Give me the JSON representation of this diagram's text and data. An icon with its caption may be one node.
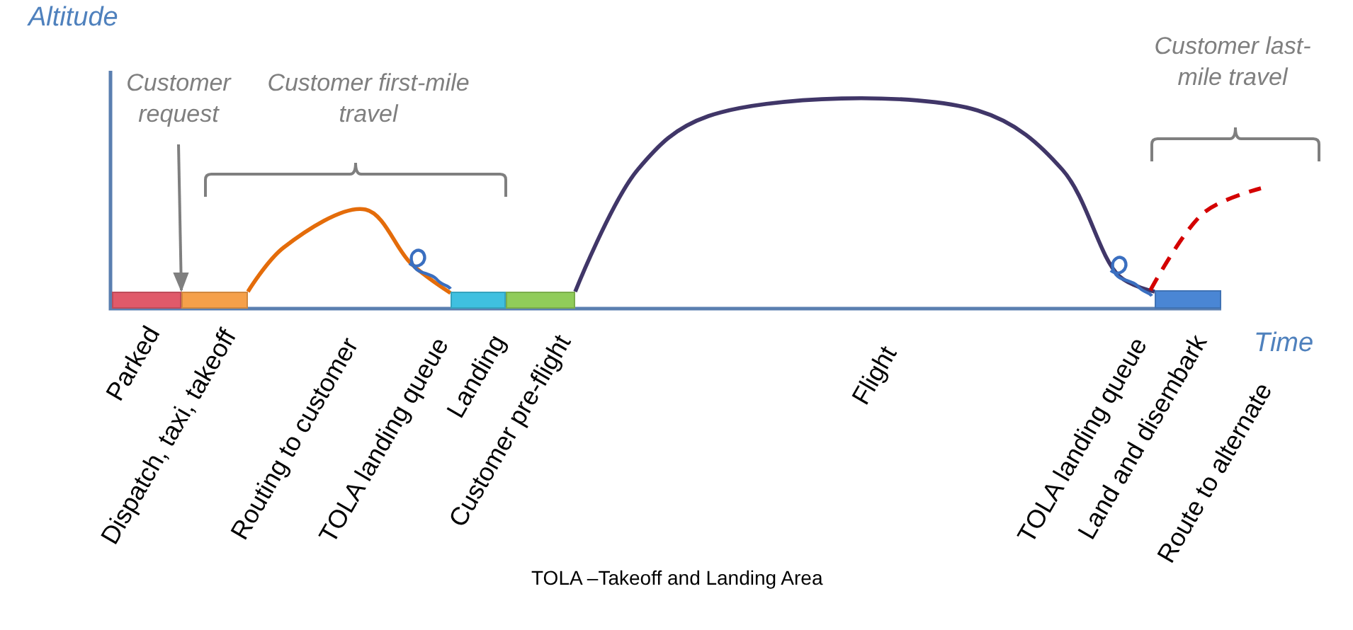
{
  "diagram": {
    "caption": "TOLA –Takeoff and Landing Area",
    "nodes": [
      {
        "text": [
          "Customer request"
        ]
      },
      {
        "text": [],
        "shape": "bar",
        "beside": [
          "Parked"
        ]
      },
      {
        "text": [],
        "shape": "bar",
        "beside": [
          "Dispatch, taxi, takeoff"
        ]
      },
      {
        "text": [],
        "shape": "bar",
        "beside": [
          "Landing"
        ]
      },
      {
        "text": [],
        "shape": "bar",
        "beside": [
          "Customer pre-flight"
        ]
      },
      {
        "text": [],
        "shape": "bar",
        "beside": [
          "Land and disembark"
        ]
      }
    ],
    "edges": [
      {
        "from": 0,
        "to": 2,
        "arrow": "to"
      },
      {
        "from": 2,
        "to": 3,
        "arrow": "none",
        "color": "#e46c0a"
      },
      {
        "from": 4,
        "to": 5,
        "arrow": "none",
        "color": "#403668"
      },
      {
        "from": 5,
        "to": null,
        "arrow": "none",
        "style": "dashed",
        "color": "#d40000"
      }
    ],
    "labels": [
      "Altitude",
      "Customer first-mile travel",
      "Customer last-mile travel",
      "Time",
      "Routing to customer",
      "TOLA landing queue",
      "Flight",
      "TOLA landing queue",
      "Route to alternate"
    ]
  }
}
